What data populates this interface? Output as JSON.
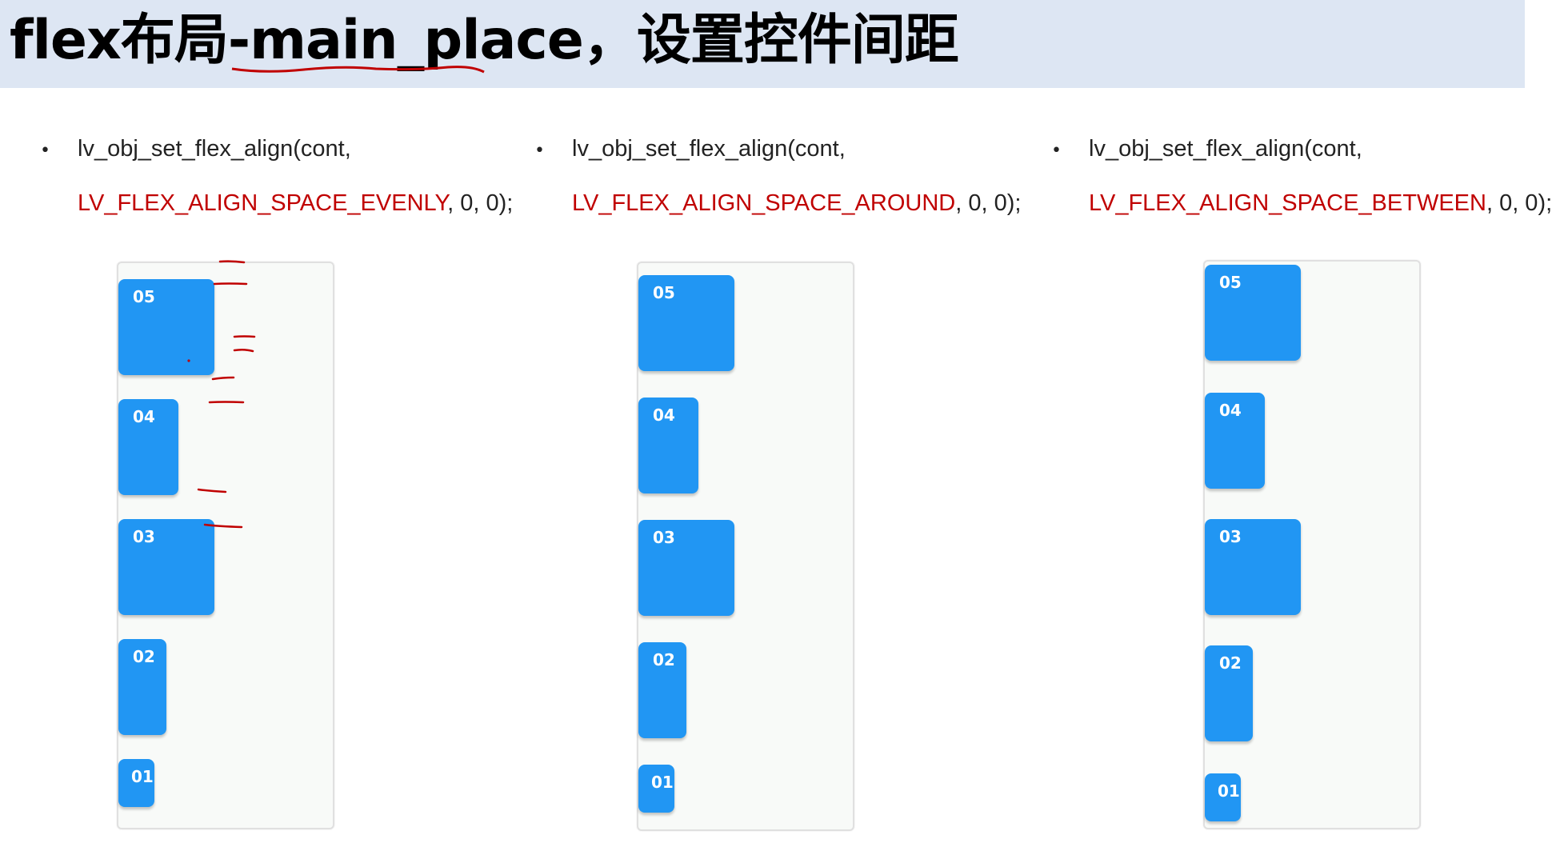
{
  "slide": {
    "title": "flex布局-main_place，设置控件间距",
    "accent_color": "#2196f3",
    "highlight_color": "#c00000",
    "header_bg": "#dde6f3"
  },
  "columns": [
    {
      "line1": "lv_obj_set_flex_align(cont,",
      "constant": "LV_FLEX_ALIGN_SPACE_EVENLY",
      "args": ", 0, 0);",
      "boxes": [
        "05",
        "04",
        "03",
        "02",
        "01"
      ]
    },
    {
      "line1": "lv_obj_set_flex_align(cont,",
      "constant": "LV_FLEX_ALIGN_SPACE_AROUND",
      "args": ", 0, 0);",
      "boxes": [
        "05",
        "04",
        "03",
        "02",
        "01"
      ]
    },
    {
      "line1": "lv_obj_set_flex_align(cont,",
      "constant": "LV_FLEX_ALIGN_SPACE_BETWEEN",
      "args": ", 0, 0);",
      "boxes": [
        "05",
        "04",
        "03",
        "02",
        "01"
      ]
    }
  ],
  "bullet_glyph": "•"
}
